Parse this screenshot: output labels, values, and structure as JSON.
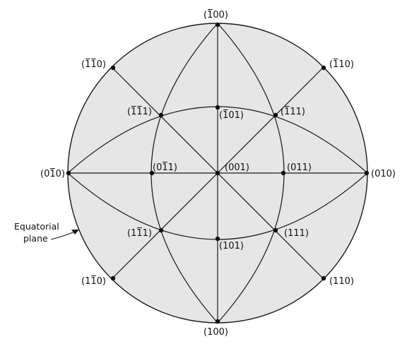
{
  "colors": {
    "disc_fill": "#e6e6e6",
    "line": "#1a1a1a",
    "text": "#111111",
    "background": "#ffffff"
  },
  "poles": [
    {
      "id": "m100",
      "label": "(100)",
      "digits": "100",
      "bars": [
        0
      ]
    },
    {
      "id": "m1m10",
      "label": "(110)",
      "digits": "110",
      "bars": [
        0,
        1
      ]
    },
    {
      "id": "m110",
      "label": "(110)",
      "digits": "110",
      "bars": [
        0
      ]
    },
    {
      "id": "m1m11",
      "label": "(111)",
      "digits": "111",
      "bars": [
        0,
        1
      ]
    },
    {
      "id": "m101",
      "label": "(101)",
      "digits": "101",
      "bars": [
        0
      ]
    },
    {
      "id": "m111",
      "label": "(111)",
      "digits": "111",
      "bars": [
        0
      ]
    },
    {
      "id": "0m10",
      "label": "(010)",
      "digits": "010",
      "bars": [
        1
      ]
    },
    {
      "id": "0m11",
      "label": "(011)",
      "digits": "011",
      "bars": [
        1
      ]
    },
    {
      "id": "001",
      "label": "(001)",
      "digits": "001",
      "bars": []
    },
    {
      "id": "011",
      "label": "(011)",
      "digits": "011",
      "bars": []
    },
    {
      "id": "010",
      "label": "(010)",
      "digits": "010",
      "bars": []
    },
    {
      "id": "1m11",
      "label": "(111)",
      "digits": "111",
      "bars": [
        1
      ]
    },
    {
      "id": "111",
      "label": "(111)",
      "digits": "111",
      "bars": []
    },
    {
      "id": "101",
      "label": "(101)",
      "digits": "101",
      "bars": []
    },
    {
      "id": "1m10",
      "label": "(110)",
      "digits": "110",
      "bars": [
        1
      ]
    },
    {
      "id": "110",
      "label": "(110)",
      "digits": "110",
      "bars": []
    },
    {
      "id": "100",
      "label": "(100)",
      "digits": "100",
      "bars": []
    }
  ],
  "annotation": {
    "line1": "Equatorial",
    "line2": "plane"
  }
}
